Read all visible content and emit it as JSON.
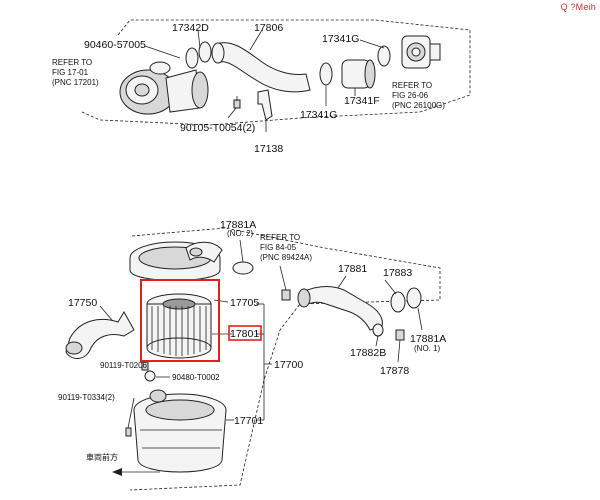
{
  "watermark": "Q ?Meih",
  "highlight_color": "#e02020",
  "labels": {
    "p90460_57005": "90460-57005",
    "p17342d": "17342D",
    "p17806": "17806",
    "p17341g_top": "17341G",
    "refer_17_1": "REFER TO",
    "refer_17_2": "FIG 17-01",
    "refer_17_3": "(PNC 17201)",
    "p90105": "90105-T0054(2)",
    "p17138": "17138",
    "p17341g_bot": "17341G",
    "p17341f": "17341F",
    "refer_26_1": "REFER TO",
    "refer_26_2": "FIG 26-06",
    "refer_26_3": "(PNC 26100G)",
    "p17881a_top": "17881A",
    "no2": "(NO. 2)",
    "refer_84_1": "REFER TO",
    "refer_84_2": "FIG 84-05",
    "refer_84_3": "(PNC 89424A)",
    "p17881": "17881",
    "p17883": "17883",
    "p17750": "17750",
    "p17705": "17705",
    "p17801": "17801",
    "p17700": "17700",
    "p90119_t0206": "90119-T0206",
    "p90480": "90480-T0002",
    "p90119_t0334": "90119-T0334(2)",
    "p17701": "17701",
    "p17882b": "17882B",
    "p17878": "17878",
    "p17881a_bot": "17881A",
    "no1": "(NO. 1)",
    "front_label": "車両前方"
  }
}
